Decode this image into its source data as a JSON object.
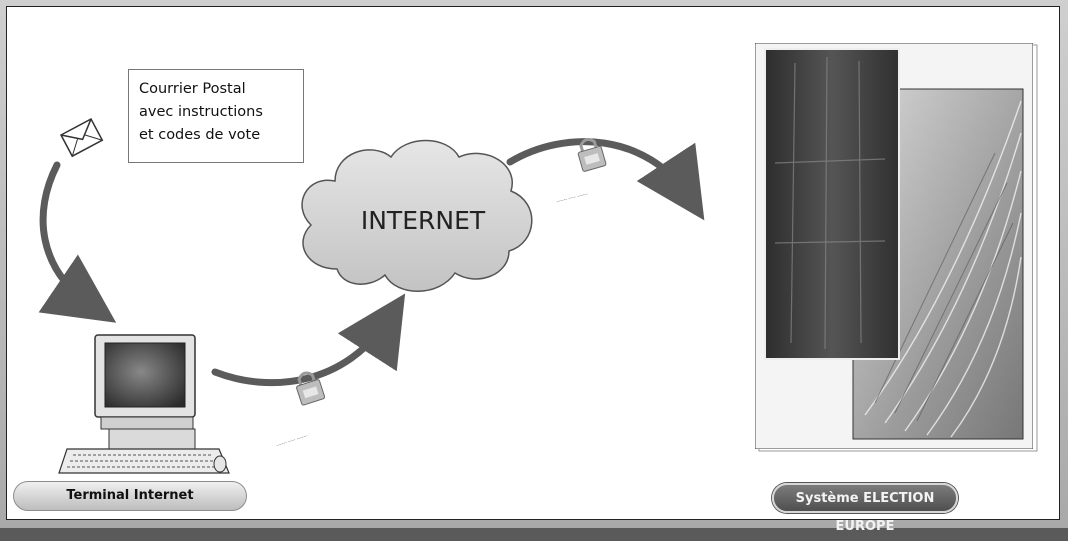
{
  "diagram": {
    "note": {
      "lines": [
        "Courrier Postal",
        "avec instructions",
        "et codes de vote"
      ]
    },
    "cloud": {
      "label": "INTERNET"
    },
    "terminal": {
      "label": "Terminal Internet"
    },
    "system": {
      "label": "Système ELECTION EUROPE"
    },
    "colors": {
      "arrow": "#5b5b5b",
      "cloud": "#d4d4d4",
      "pill_dark": "#5e5e5e",
      "pill_light": "#d9d9d9"
    },
    "icons": [
      "envelope-icon",
      "computer-terminal-icon",
      "ssl-padlock-icon",
      "datacenter-photo"
    ]
  }
}
